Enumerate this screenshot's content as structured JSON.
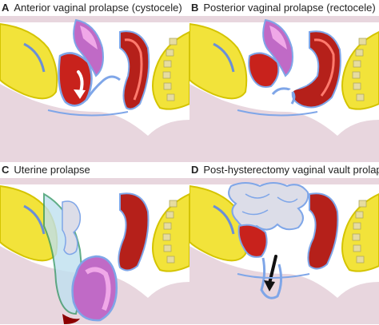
{
  "panels": [
    {
      "letter": "A",
      "caption": "Anterior vaginal prolapse (cystocele)"
    },
    {
      "letter": "B",
      "caption": "Posterior vaginal prolapse (rectocele)"
    },
    {
      "letter": "C",
      "caption": "Uterine prolapse"
    },
    {
      "letter": "D",
      "caption": "Post-hysterectomy vaginal vault prolapse"
    }
  ],
  "colors": {
    "skin": "#e8d6de",
    "bone": "#f2e33a",
    "bone_outline": "#d4c400",
    "uterus": "#c06ac6",
    "uterus_light": "#f0a8e8",
    "bladder": "#c8221c",
    "rectum": "#b5201a",
    "vagina_wall": "#7fa6e8",
    "peritoneum": "#bfe0f0",
    "bowel": "#dcdde8",
    "arrow_white": "#ffffff",
    "arrow_black": "#111111"
  }
}
